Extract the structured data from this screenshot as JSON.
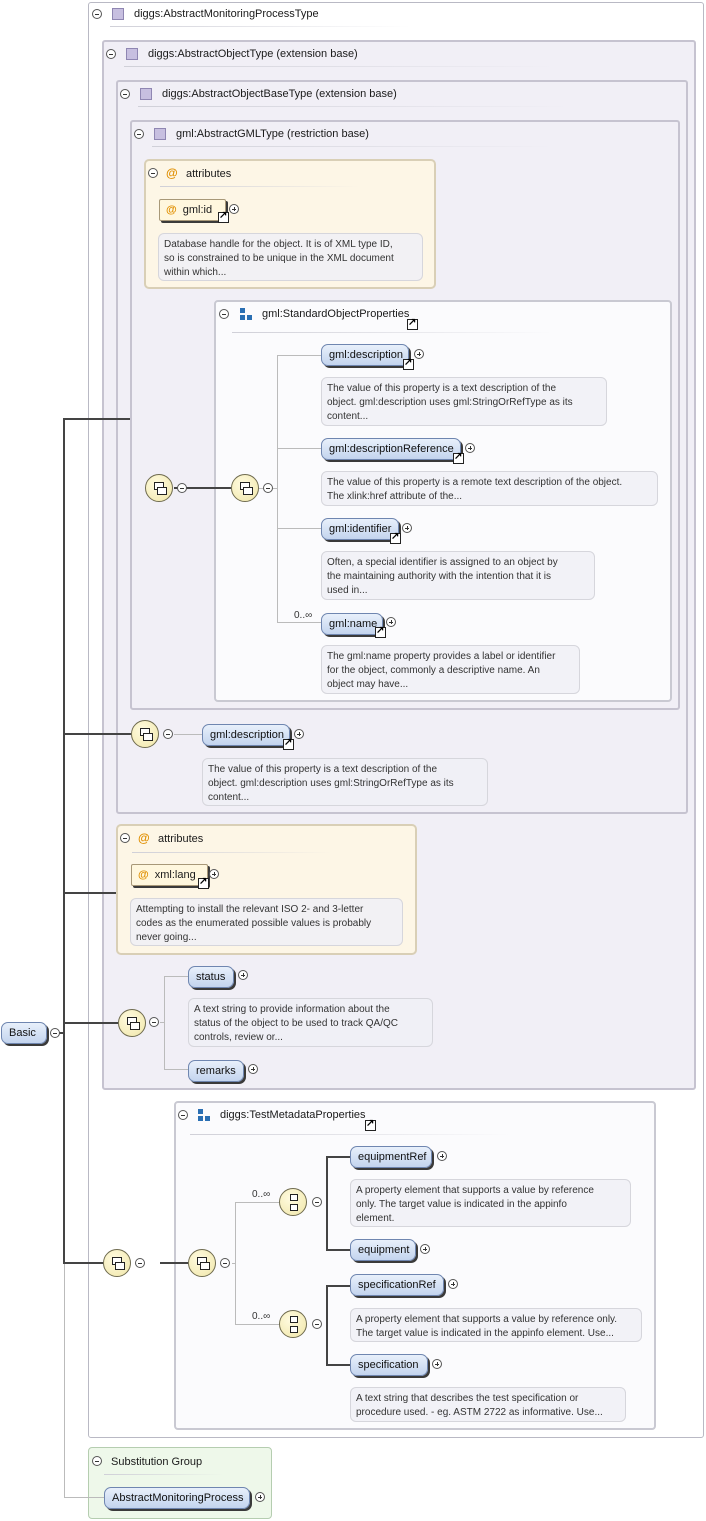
{
  "diagram": {
    "root": "Basic",
    "type_title": "diggs:AbstractMonitoringProcessType",
    "object_type": "diggs:AbstractObjectType (extension base)",
    "object_base_type": "diggs:AbstractObjectBaseType (extension base)",
    "gml_type": "gml:AbstractGMLType (restriction base)",
    "attributes_label": "attributes",
    "gml_id": {
      "name": "gml:id",
      "doc": [
        "Database handle for the object. It is of XML type ID,",
        "so is constrained to be unique in the XML document",
        "within which..."
      ]
    },
    "std_props": {
      "title": "gml:StandardObjectProperties",
      "items": [
        {
          "name": "gml:description",
          "mult": "",
          "doc": [
            "The value of this property is a text description of the",
            "object. gml:description uses gml:StringOrRefType as its",
            "content..."
          ]
        },
        {
          "name": "gml:descriptionReference",
          "mult": "",
          "doc": [
            "The value of this property is a remote text description of the object.",
            "The xlink:href attribute of the..."
          ]
        },
        {
          "name": "gml:identifier",
          "mult": "",
          "doc": [
            "Often, a special identifier is assigned to an object by",
            "the maintaining authority with the intention that it is",
            "used in..."
          ]
        },
        {
          "name": "gml:name",
          "mult": "0..∞",
          "doc": [
            "The gml:name property provides a label or identifier",
            "for the object, commonly a descriptive name. An",
            "object may have..."
          ]
        }
      ]
    },
    "base_description": {
      "name": "gml:description",
      "doc": [
        "The value of this property is a text description of the",
        "object. gml:description uses gml:StringOrRefType as its",
        "content..."
      ]
    },
    "xml_lang": {
      "name": "xml:lang",
      "doc": [
        "Attempting to install the relevant ISO 2- and 3-letter",
        "codes as the enumerated possible values is probably",
        "never going..."
      ]
    },
    "status": {
      "name": "status",
      "doc": [
        "A text string to provide information about the",
        "status of the object to be used to track QA/QC",
        "controls, review or..."
      ]
    },
    "remarks": {
      "name": "remarks"
    },
    "test_meta": {
      "title": "diggs:TestMetadataProperties",
      "choice1_mult": "0..∞",
      "choice2_mult": "0..∞",
      "equipmentRef": {
        "name": "equipmentRef",
        "doc": [
          "A property element that supports a value by reference",
          "only. The target value is indicated in the appinfo",
          "element."
        ]
      },
      "equipment": {
        "name": "equipment"
      },
      "specificationRef": {
        "name": "specificationRef",
        "doc": [
          "A property element that supports a value by reference only.",
          "The target value is indicated in the appinfo element. Use..."
        ]
      },
      "specification": {
        "name": "specification",
        "doc": [
          "A text string that describes the test specification or",
          "procedure used. - eg. ASTM 2722 as informative. Use..."
        ]
      }
    },
    "substitution": {
      "title": "Substitution Group",
      "item": "AbstractMonitoringProcess"
    }
  },
  "colors": {
    "element_fill": "#c3d4ee",
    "attribute_fill": "#fdf6e6",
    "type_fill": "#f1eff6",
    "substitution_fill": "#eef8ea",
    "attribute_marker": "#e08f00"
  }
}
